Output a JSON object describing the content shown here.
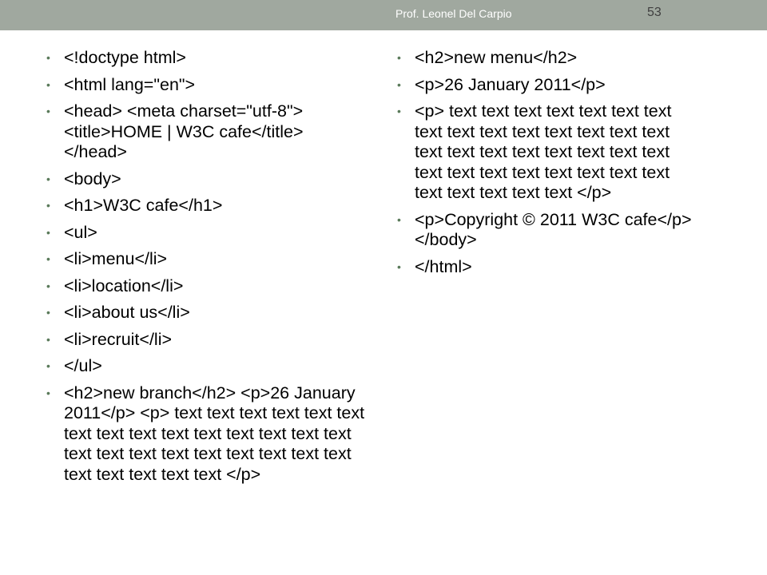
{
  "header": {
    "author": "Prof. Leonel Del Carpio",
    "page_number": "53"
  },
  "left_column": {
    "items": [
      "<!doctype html>",
      "<html lang=\"en\">",
      "<head> <meta charset=\"utf-8\"> <title>HOME | W3C cafe</title> </head>",
      "<body>",
      "<h1>W3C cafe</h1>",
      "<ul>",
      "<li>menu</li>",
      "<li>location</li>",
      "<li>about us</li>",
      "<li>recruit</li>",
      "</ul>",
      "<h2>new branch</h2> <p>26 January 2011</p> <p> text text text text text text text text text text text text text text text text text text text text text text text text text text text text text </p>"
    ]
  },
  "right_column": {
    "items": [
      "<h2>new menu</h2>",
      "<p>26 January 2011</p>",
      "<p> text text text text text text text text text text text text text text text text text text text text text text text text text text text text text text text text text text text text </p>",
      "<p>Copyright © 2011 W3C cafe</p> </body>",
      "</html>"
    ]
  }
}
